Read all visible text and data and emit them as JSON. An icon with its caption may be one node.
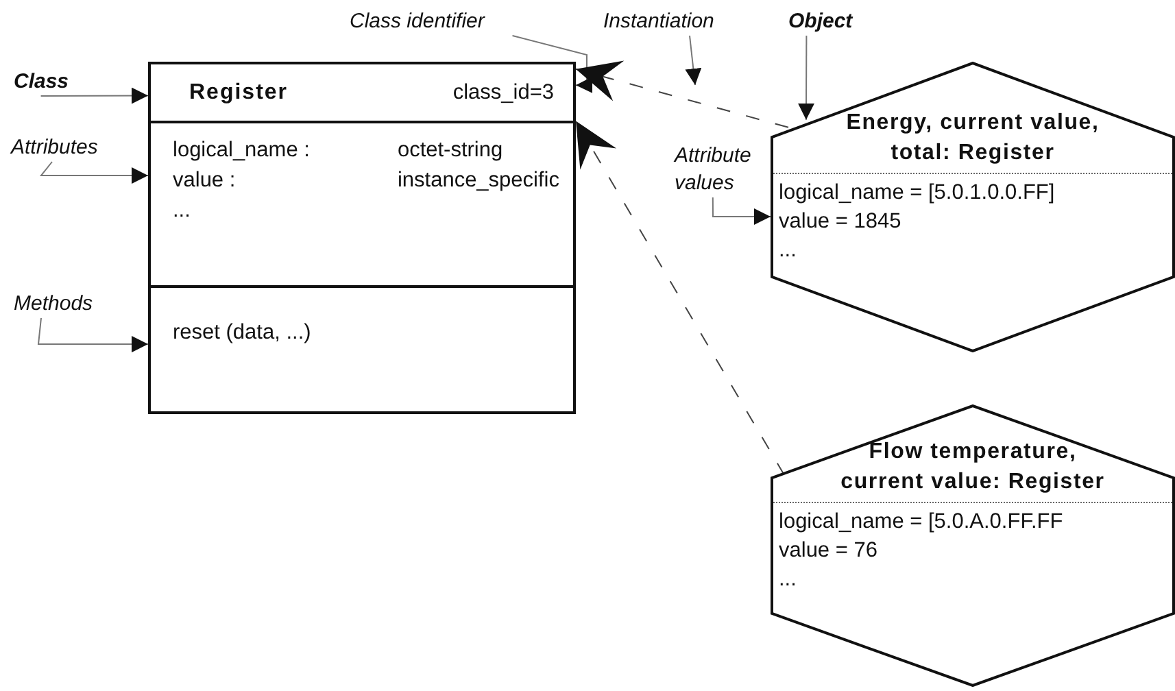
{
  "diagram": {
    "nodes": [
      {
        "text": [
          "Register",
          "class_id=3"
        ]
      },
      {
        "text": [
          "logical_name :",
          "octet-string",
          "value :",
          "instance_specific",
          "..."
        ]
      },
      {
        "text": [
          "reset (data, ...)"
        ]
      },
      {
        "text": [
          "Energy, current value, total: Register",
          "logical_name = [5.0.1.0.0.FF]",
          "value = 1845",
          "..."
        ]
      },
      {
        "text": [
          "Flow temperature, current value: Register",
          "logical_name = [5.0.A.0.FF.FF",
          "value = 76",
          "..."
        ]
      },
      {
        "text": [
          "Class"
        ]
      },
      {
        "text": [
          "Attributes"
        ]
      },
      {
        "text": [
          "Methods"
        ]
      },
      {
        "text": [
          "Class identifier"
        ]
      },
      {
        "text": [
          "Instantiation"
        ]
      },
      {
        "text": [
          "Object"
        ]
      },
      {
        "text": [
          "Attribute values"
        ]
      }
    ],
    "edges": [
      {
        "from": 5,
        "to": 0,
        "arrow": "to"
      },
      {
        "from": 6,
        "to": 1,
        "arrow": "to"
      },
      {
        "from": 7,
        "to": 2,
        "arrow": "to"
      },
      {
        "from": 8,
        "to": 0,
        "arrow": "to"
      },
      {
        "from": 9,
        "to": null,
        "arrow": "to"
      },
      {
        "from": 10,
        "to": 3,
        "arrow": "to"
      },
      {
        "from": 11,
        "to": 3,
        "arrow": "to"
      },
      {
        "from": 3,
        "to": 0,
        "arrow": "to",
        "style": "dashed"
      },
      {
        "from": 4,
        "to": 0,
        "arrow": "to",
        "style": "dashed"
      }
    ]
  }
}
